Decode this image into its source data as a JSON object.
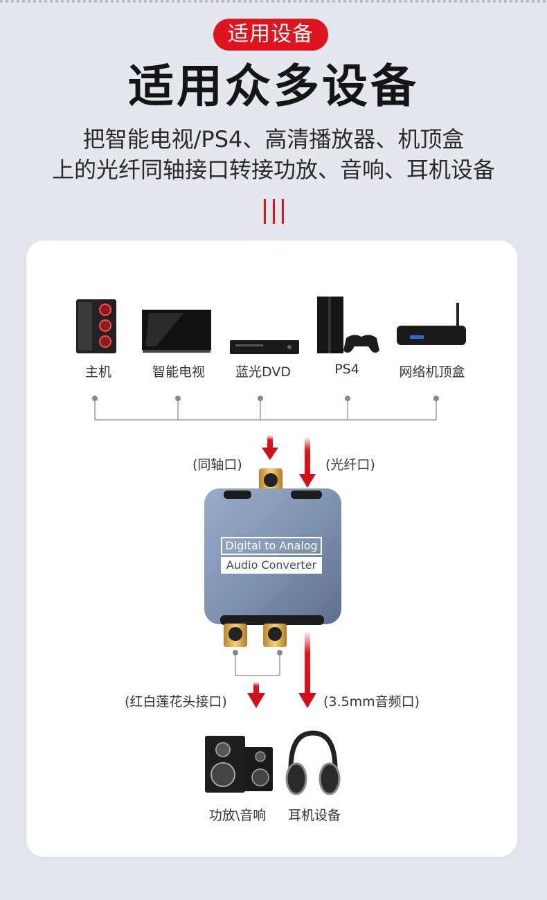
{
  "header": {
    "badge": "适用设备",
    "title": "适用众多设备",
    "subtitle_line1": "把智能电视/PS4、高清播放器、机顶盒",
    "subtitle_line2": "上的光纤同轴接口转接功放、音响、耳机设备"
  },
  "sources": [
    {
      "label": "主机",
      "icon": "pc-tower-icon"
    },
    {
      "label": "智能电视",
      "icon": "tv-icon"
    },
    {
      "label": "蓝光DVD",
      "icon": "dvd-player-icon"
    },
    {
      "label": "PS4",
      "icon": "ps4-console-icon"
    },
    {
      "label": "网络机顶盒",
      "icon": "set-top-box-icon"
    }
  ],
  "inputs": {
    "coaxial": "(同轴口)",
    "optical": "(光纤口)"
  },
  "converter": {
    "line1": "Digital to Analog",
    "line2": "Audio Converter"
  },
  "outputs": {
    "rca": "(红白莲花头接口)",
    "jack": "(3.5mm音频口)"
  },
  "targets": [
    {
      "label": "功放\\音响",
      "icon": "speakers-icon"
    },
    {
      "label": "耳机设备",
      "icon": "headphones-icon"
    }
  ],
  "colors": {
    "accent": "#e0141e",
    "background": "#e4e8ee",
    "converter_body": "#7f93b3"
  }
}
